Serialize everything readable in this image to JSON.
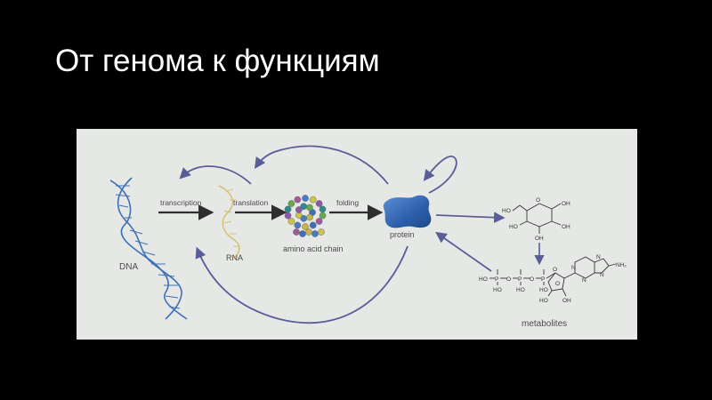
{
  "slide": {
    "title": "От генома к функциям"
  },
  "diagram": {
    "labels": {
      "dna": "DNA",
      "rna": "RNA",
      "transcription": "transcription",
      "translation": "translation",
      "folding": "folding",
      "amino_acid_chain": "amino acid chain",
      "protein": "protein",
      "metabolites": "metabolites"
    },
    "glucose_atoms": {
      "oh_left_top": "HO",
      "oh_right_top": "OH",
      "ho_left_mid": "HO",
      "oh_right_mid": "OH",
      "oh_bottom": "OH",
      "ring_o": "O"
    },
    "atp_atoms": {
      "ho_start": "HO",
      "p1": "P",
      "p2": "P",
      "p3": "P",
      "o1": "O",
      "o2": "O",
      "o3": "O",
      "ho1": "HO",
      "ho2": "HO",
      "ho3": "HO",
      "ring_o": "O",
      "n1": "N",
      "n2": "N",
      "n3": "N",
      "n4": "N",
      "nh2": "NH₂",
      "oh1": "HO",
      "oh2": "OH"
    },
    "colors": {
      "background": "#e6e8e6",
      "arrow_dark": "#2e2e2e",
      "arrow_blue": "#5a5e98",
      "protein_blue": "#2c5fa8",
      "dna_blue": "#3f6fb5",
      "rna_yellow": "#d9c07a",
      "label": "#4a4a4a"
    },
    "amino_acid_colors": [
      "#4a7bc0",
      "#c9c54a",
      "#8a5aa6",
      "#2f8a8a",
      "#6aa84f",
      "#a05a9a",
      "#3e6fb8",
      "#c4b54a"
    ]
  }
}
